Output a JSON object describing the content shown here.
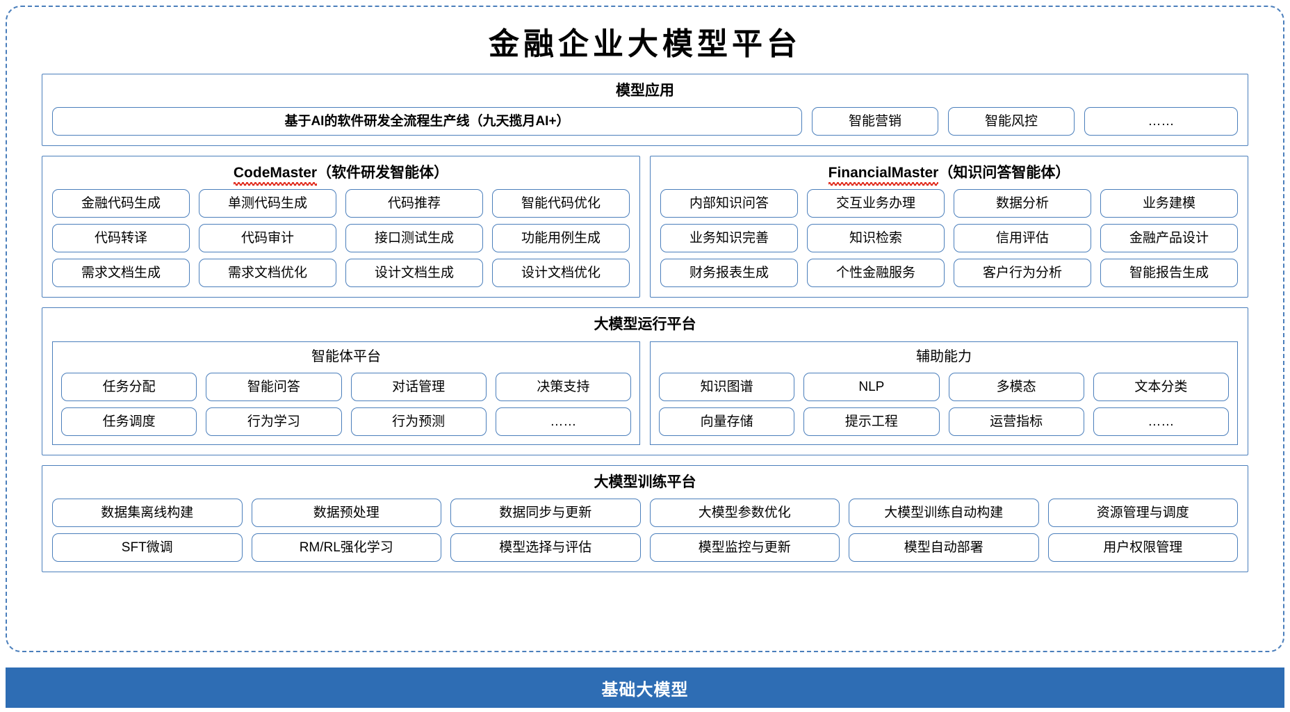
{
  "title": "金融企业大模型平台",
  "model_application": {
    "title": "模型应用",
    "items": [
      "基于AI的软件研发全流程生产线（九天揽月AI+）",
      "智能营销",
      "智能风控",
      "……"
    ]
  },
  "code_master": {
    "title_en": "CodeMaster",
    "title_cn": "（软件研发智能体）",
    "items": [
      "金融代码生成",
      "单测代码生成",
      "代码推荐",
      "智能代码优化",
      "代码转译",
      "代码审计",
      "接口测试生成",
      "功能用例生成",
      "需求文档生成",
      "需求文档优化",
      "设计文档生成",
      "设计文档优化"
    ]
  },
  "financial_master": {
    "title_en": "FinancialMaster",
    "title_cn": "（知识问答智能体）",
    "items": [
      "内部知识问答",
      "交互业务办理",
      "数据分析",
      "业务建模",
      "业务知识完善",
      "知识检索",
      "信用评估",
      "金融产品设计",
      "财务报表生成",
      "个性金融服务",
      "客户行为分析",
      "智能报告生成"
    ]
  },
  "runtime_platform": {
    "title": "大模型运行平台",
    "agent_platform": {
      "title": "智能体平台",
      "items": [
        "任务分配",
        "智能问答",
        "对话管理",
        "决策支持",
        "任务调度",
        "行为学习",
        "行为预测",
        "……"
      ]
    },
    "auxiliary": {
      "title": "辅助能力",
      "items": [
        "知识图谱",
        "NLP",
        "多模态",
        "文本分类",
        "向量存储",
        "提示工程",
        "运营指标",
        "……"
      ]
    }
  },
  "training_platform": {
    "title": "大模型训练平台",
    "items": [
      "数据集离线构建",
      "数据预处理",
      "数据同步与更新",
      "大模型参数优化",
      "大模型训练自动构建",
      "资源管理与调度",
      "SFT微调",
      "RM/RL强化学习",
      "模型选择与评估",
      "模型监控与更新",
      "模型自动部署",
      "用户权限管理"
    ]
  },
  "base_model": {
    "label": "基础大模型"
  },
  "colors": {
    "border_blue": "#4a7ebb",
    "base_bar_blue": "#2e6db4",
    "spellcheck_red": "#e02b1d",
    "text_black": "#000000"
  }
}
